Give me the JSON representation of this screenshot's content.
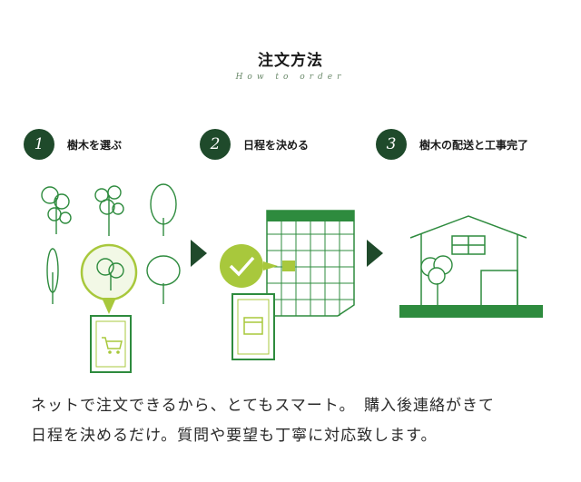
{
  "header": {
    "title": "注文方法",
    "subtitle": "How to order"
  },
  "steps": [
    {
      "number": "1",
      "label": "樹木を選ぶ"
    },
    {
      "number": "2",
      "label": "日程を決める"
    },
    {
      "number": "3",
      "label": "樹木の配送と工事完了"
    }
  ],
  "description": {
    "line1": "ネットで注文できるから、とてもスマート。　購入後連絡がきて",
    "line2": "日程を決めるだけ。質問や要望も丁寧に対応致します。"
  },
  "colors": {
    "dark_green": "#1f4a2b",
    "green": "#2e8b3e",
    "lime": "#a8c83c"
  }
}
